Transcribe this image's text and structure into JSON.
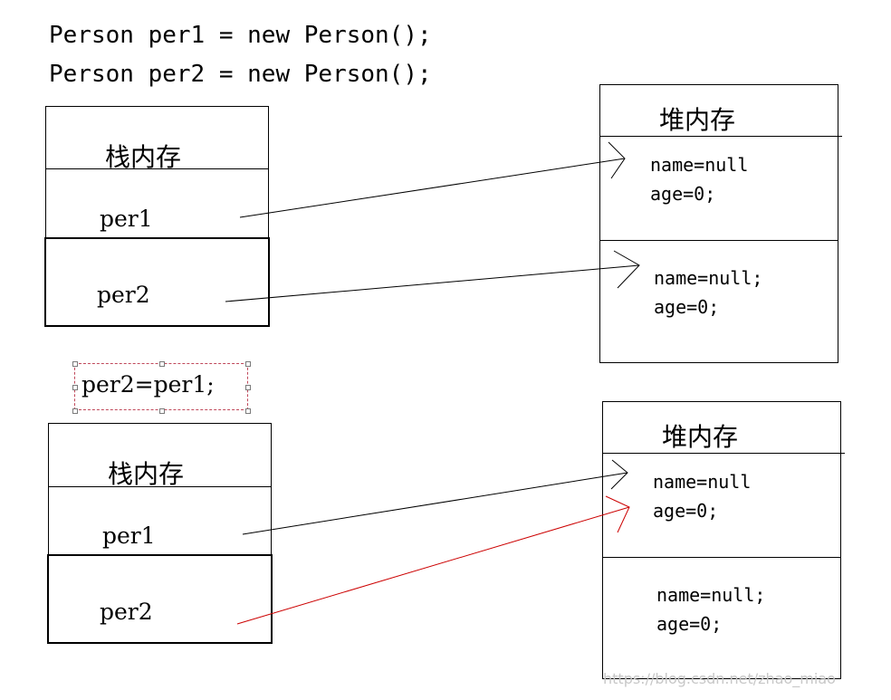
{
  "code": {
    "line1": "Person per1 = new Person();",
    "line2": "Person per2 = new Person();"
  },
  "assignment": "per2=per1;",
  "before": {
    "stack": {
      "title": "栈内存",
      "vars": [
        "per1",
        "per2"
      ]
    },
    "heap": {
      "title": "堆内存",
      "objects": [
        {
          "name": "name=null",
          "age": "age=0;"
        },
        {
          "name": "name=null;",
          "age": "age=0;"
        }
      ]
    },
    "references": [
      {
        "from": "per1",
        "to": "object 1",
        "color": "#000000"
      },
      {
        "from": "per2",
        "to": "object 2",
        "color": "#000000"
      }
    ]
  },
  "after": {
    "stack": {
      "title": "栈内存",
      "vars": [
        "per1",
        "per2"
      ]
    },
    "heap": {
      "title": "堆内存",
      "objects": [
        {
          "name": "name=null",
          "age": "age=0;"
        },
        {
          "name": "name=null;",
          "age": "age=0;"
        }
      ]
    },
    "references": [
      {
        "from": "per1",
        "to": "object 1",
        "color": "#000000"
      },
      {
        "from": "per2",
        "to": "object 1",
        "color": "#cc0000"
      }
    ]
  },
  "watermark": "https://blog.csdn.net/zhao_miao"
}
